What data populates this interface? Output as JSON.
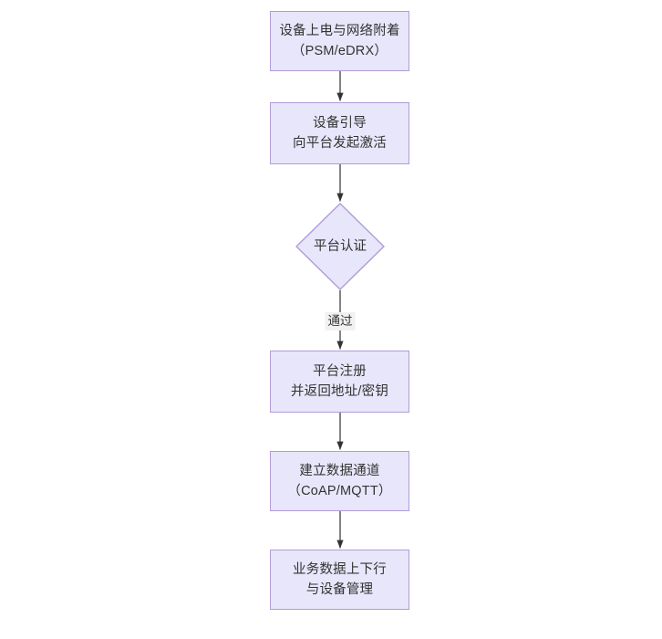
{
  "diagram": {
    "type": "flowchart",
    "orientation": "top-to-bottom",
    "background_color": "#ffffff",
    "node_fill_color": "#e8e6fa",
    "node_border_color": "#b19cd9",
    "text_color": "#333333",
    "edge_color": "#333333",
    "nodes": [
      {
        "id": "n1",
        "shape": "rectangle",
        "lines": [
          "设备上电与网络附着",
          "（PSM/eDRX）"
        ]
      },
      {
        "id": "n2",
        "shape": "rectangle",
        "lines": [
          "设备引导",
          "向平台发起激活"
        ]
      },
      {
        "id": "n3",
        "shape": "diamond",
        "lines": [
          "平台认证"
        ]
      },
      {
        "id": "n4",
        "shape": "rectangle",
        "lines": [
          "平台注册",
          "并返回地址/密钥"
        ]
      },
      {
        "id": "n5",
        "shape": "rectangle",
        "lines": [
          "建立数据通道",
          "（CoAP/MQTT）"
        ]
      },
      {
        "id": "n6",
        "shape": "rectangle",
        "lines": [
          "业务数据上下行",
          "与设备管理"
        ]
      }
    ],
    "edges": [
      {
        "id": "e1",
        "from": "n1",
        "to": "n2",
        "label": ""
      },
      {
        "id": "e2",
        "from": "n2",
        "to": "n3",
        "label": ""
      },
      {
        "id": "e3",
        "from": "n3",
        "to": "n4",
        "label": "通过"
      },
      {
        "id": "e4",
        "from": "n4",
        "to": "n5",
        "label": ""
      },
      {
        "id": "e5",
        "from": "n5",
        "to": "n6",
        "label": ""
      }
    ]
  }
}
